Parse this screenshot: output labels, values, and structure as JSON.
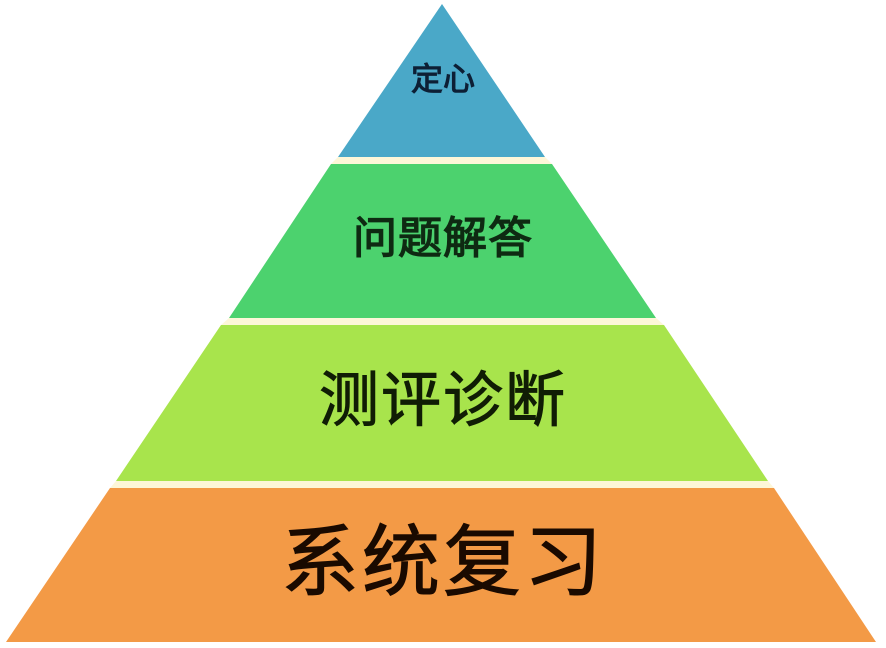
{
  "diagram": {
    "type": "pyramid",
    "tiers": [
      {
        "label": "定心",
        "color": "#4aa8c8",
        "level": "top"
      },
      {
        "label": "问题解答",
        "color": "#4cd26e",
        "level": "upper-middle"
      },
      {
        "label": "测评诊断",
        "color": "#a8e44c",
        "level": "lower-middle"
      },
      {
        "label": "系统复习",
        "color": "#f39a46",
        "level": "base"
      }
    ],
    "separator_color": "#fdf7d8"
  }
}
